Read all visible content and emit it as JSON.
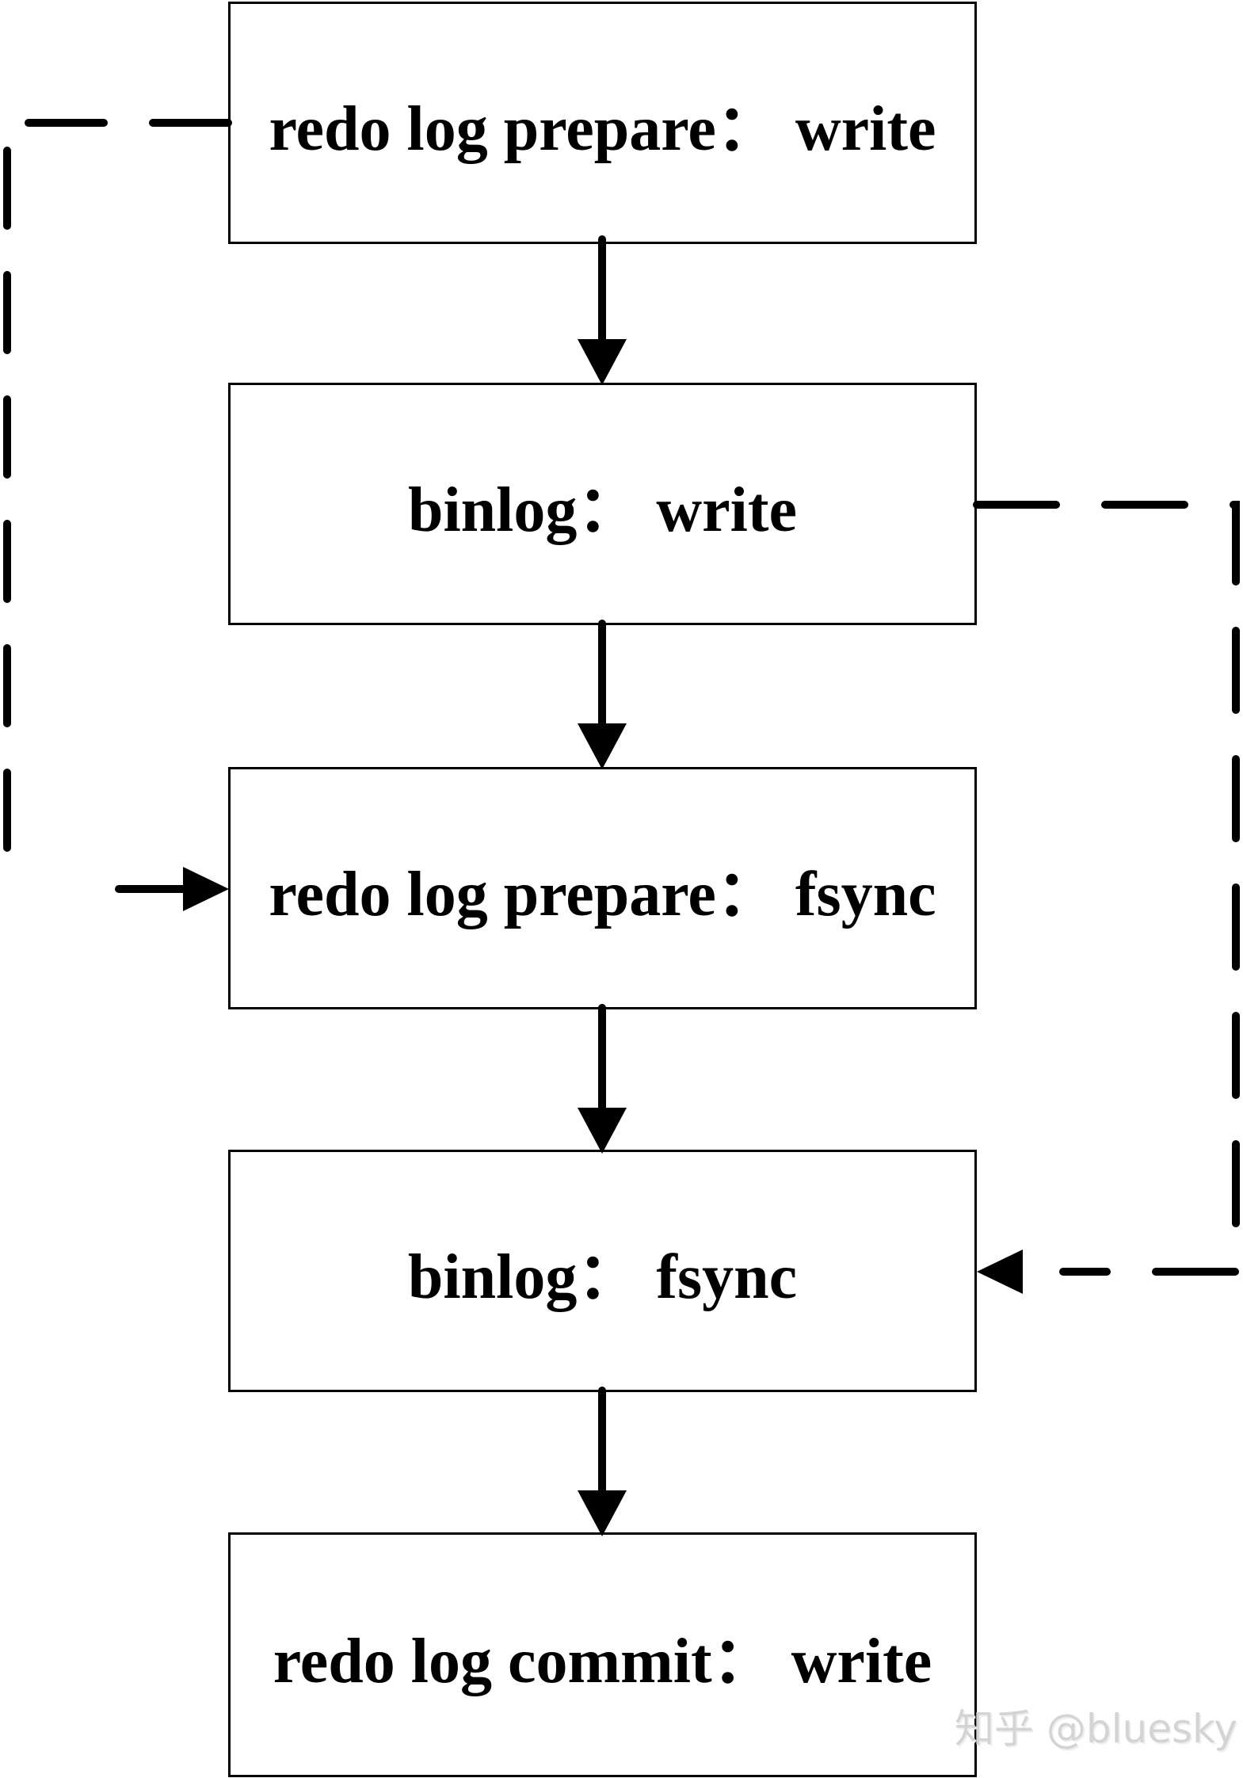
{
  "diagram": {
    "boxes": [
      {
        "id": "redo-log-prepare-write",
        "label": "redo log prepare： write"
      },
      {
        "id": "binlog-write",
        "label": "binlog： write"
      },
      {
        "id": "redo-log-prepare-fsync",
        "label": "redo log prepare： fsync"
      },
      {
        "id": "binlog-fsync",
        "label": "binlog： fsync"
      },
      {
        "id": "redo-log-commit-write",
        "label": "redo log commit： write"
      }
    ],
    "connections": {
      "solid": [
        {
          "from": "redo log prepare： write",
          "to": "binlog： write"
        },
        {
          "from": "binlog： write",
          "to": "redo log prepare： fsync"
        },
        {
          "from": "redo log prepare： fsync",
          "to": "binlog： fsync"
        },
        {
          "from": "binlog： fsync",
          "to": "redo log commit： write"
        }
      ],
      "dashed": [
        {
          "from": "redo log prepare： write",
          "to": "redo log prepare： fsync",
          "side": "left"
        },
        {
          "from": "binlog： write",
          "to": "binlog： fsync",
          "side": "right"
        }
      ]
    },
    "colors": {
      "line": "#000000",
      "box_border": "#000000",
      "background": "#ffffff",
      "watermark": "#d4d4d4"
    }
  },
  "watermark": {
    "text": "知乎 @bluesky"
  }
}
